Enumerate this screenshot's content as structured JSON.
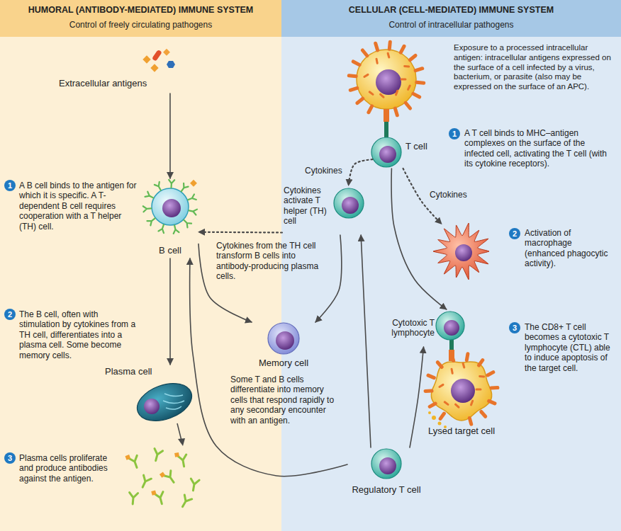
{
  "diagram": {
    "nodes": [
      {
        "text": [
          "HUMORAL (ANTIBODY-MEDIATED) IMMUNE SYSTEM",
          "Control of freely circulating pathogens"
        ]
      },
      {
        "text": [
          "CELLULAR (CELL-MEDIATED) IMMUNE SYSTEM",
          "Control of intracellular pathogens"
        ]
      },
      {
        "text": [
          "Extracellular antigens"
        ],
        "in": 0
      },
      {
        "text": [
          "B cell"
        ],
        "in": 0
      },
      {
        "text": [
          "Plasma cell"
        ],
        "in": 0
      },
      {
        "text": [
          "Exposure to a processed intracellular antigen: intracellular antigens expressed on the surface of a cell infected by a virus, bacterium, or parasite (also may be expressed on the surface of an APC)."
        ],
        "in": 1
      },
      {
        "text": [
          "T cell"
        ],
        "in": 1
      },
      {
        "text": [
          "Cytokines activate T helper (TH) cell"
        ],
        "in": 1
      },
      {
        "text": [
          "Activation of macrophage (enhanced phagocytic activity)."
        ],
        "in": 1
      },
      {
        "text": [
          "Memory cell",
          "Some T and B cells differentiate into memory cells that respond rapidly to any secondary encounter with an antigen."
        ]
      },
      {
        "text": [
          "Cytotoxic T lymphocyte"
        ],
        "in": 1
      },
      {
        "text": [
          "Lysed target cell"
        ],
        "in": 1
      },
      {
        "text": [
          "Regulatory T cell"
        ],
        "in": 1
      }
    ],
    "edges": [
      {
        "from": 2,
        "to": 3,
        "arrow": "to"
      },
      {
        "from": 6,
        "to": 7,
        "label": "Cytokines",
        "arrow": "to"
      },
      {
        "from": 6,
        "to": 8,
        "label": "Cytokines",
        "arrow": "to"
      },
      {
        "from": 6,
        "to": 10,
        "arrow": "to"
      },
      {
        "from": 7,
        "to": 3,
        "label": "Cytokines from the TH cell transform B cells into antibody-producing plasma cells.",
        "arrow": "to"
      },
      {
        "from": 3,
        "to": 4,
        "arrow": "to"
      },
      {
        "from": 3,
        "to": 9,
        "arrow": "to"
      },
      {
        "from": 7,
        "to": 9,
        "arrow": "to"
      },
      {
        "from": 12,
        "to": 3,
        "arrow": "to"
      },
      {
        "from": 12,
        "to": 7,
        "arrow": "to"
      },
      {
        "from": 12,
        "to": 10,
        "arrow": "to"
      }
    ],
    "labels": [
      "1",
      "A B cell binds to the antigen for which it is specific. A T-dependent B cell requires cooperation with a T helper (TH) cell.",
      "2",
      "The B cell, often with stimulation by cytokines from a TH cell, differentiates into a plasma cell. Some become memory cells.",
      "3",
      "Plasma cells proliferate and produce antibodies against the antigen.",
      "1",
      "A T cell binds to MHC–antigen complexes on the surface of the infected cell, activating the T cell (with its cytokine receptors).",
      "2",
      "3",
      "The CD8+ T cell becomes a cytotoxic T lymphocyte (CTL) able to induce apoptosis of the target cell."
    ]
  }
}
